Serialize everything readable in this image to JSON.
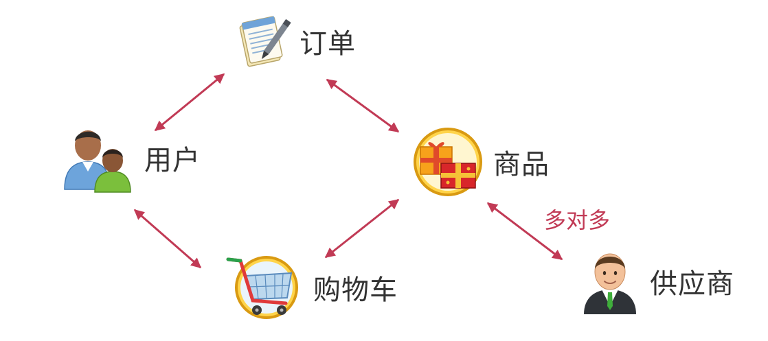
{
  "nodes": {
    "order": {
      "label": "订单",
      "icon": "document-pen-icon"
    },
    "user": {
      "label": "用户",
      "icon": "users-icon"
    },
    "product": {
      "label": "商品",
      "icon": "gift-box-icon"
    },
    "cart": {
      "label": "购物车",
      "icon": "shopping-cart-icon"
    },
    "supplier": {
      "label": "供应商",
      "icon": "businessman-icon"
    }
  },
  "relations": {
    "product_supplier": {
      "label": "多对多"
    }
  },
  "colors": {
    "arrow": "#c13a55",
    "label": "#333333",
    "relation_label": "#c13a55"
  }
}
